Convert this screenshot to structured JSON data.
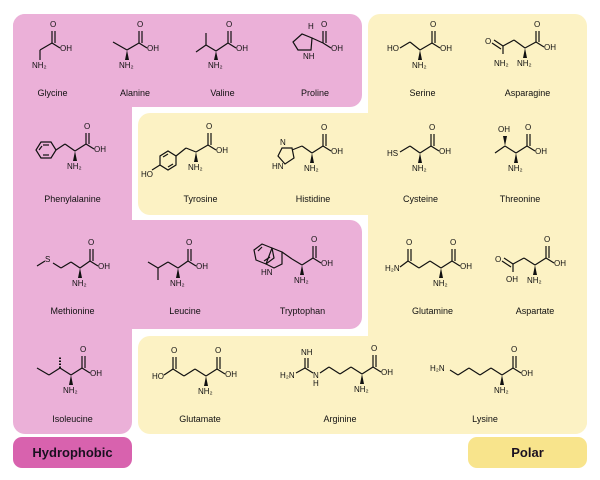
{
  "colors": {
    "hydrophobic_fill": "#ebb0d8",
    "hydrophobic_label": "#d862ae",
    "polar_fill": "#fcf2c4",
    "polar_label": "#f8e48c",
    "background": "#ffffff"
  },
  "legend": {
    "hydrophobic": "Hydrophobic",
    "polar": "Polar"
  },
  "amino_acids": {
    "glycine": {
      "name": "Glycine",
      "group": "Hydrophobic",
      "side_chain": "H"
    },
    "alanine": {
      "name": "Alanine",
      "group": "Hydrophobic",
      "side_chain": "CH3"
    },
    "valine": {
      "name": "Valine",
      "group": "Hydrophobic",
      "side_chain": "isopropyl"
    },
    "proline": {
      "name": "Proline",
      "group": "Hydrophobic",
      "side_chain": "pyrrolidine ring"
    },
    "phenylalanine": {
      "name": "Phenylalanine",
      "group": "Hydrophobic",
      "side_chain": "benzyl"
    },
    "methionine": {
      "name": "Methionine",
      "group": "Hydrophobic",
      "side_chain": "CH2CH2SCH3"
    },
    "leucine": {
      "name": "Leucine",
      "group": "Hydrophobic",
      "side_chain": "isobutyl"
    },
    "tryptophan": {
      "name": "Tryptophan",
      "group": "Hydrophobic",
      "side_chain": "indolylmethyl"
    },
    "isoleucine": {
      "name": "Isoleucine",
      "group": "Hydrophobic",
      "side_chain": "sec-butyl"
    },
    "serine": {
      "name": "Serine",
      "group": "Polar",
      "side_chain": "CH2OH"
    },
    "asparagine": {
      "name": "Asparagine",
      "group": "Polar",
      "side_chain": "CH2CONH2"
    },
    "tyrosine": {
      "name": "Tyrosine",
      "group": "Polar",
      "side_chain": "4-hydroxybenzyl"
    },
    "histidine": {
      "name": "Histidine",
      "group": "Polar",
      "side_chain": "imidazolylmethyl"
    },
    "cysteine": {
      "name": "Cysteine",
      "group": "Polar",
      "side_chain": "CH2SH"
    },
    "threonine": {
      "name": "Threonine",
      "group": "Polar",
      "side_chain": "CH(OH)CH3"
    },
    "glutamine": {
      "name": "Glutamine",
      "group": "Polar",
      "side_chain": "CH2CH2CONH2"
    },
    "aspartate": {
      "name": "Aspartate",
      "group": "Polar",
      "side_chain": "CH2COOH"
    },
    "glutamate": {
      "name": "Glutamate",
      "group": "Polar",
      "side_chain": "CH2CH2COOH"
    },
    "arginine": {
      "name": "Arginine",
      "group": "Polar",
      "side_chain": "guanidinopropyl"
    },
    "lysine": {
      "name": "Lysine",
      "group": "Polar",
      "side_chain": "aminobutyl"
    }
  },
  "atom_labels": {
    "o": "O",
    "oh": "OH",
    "ho": "HO",
    "nh2": "NH₂",
    "h2n": "H₂N",
    "nh": "NH",
    "hn": "HN",
    "n": "N",
    "h": "H",
    "s": "S",
    "hs": "HS"
  }
}
